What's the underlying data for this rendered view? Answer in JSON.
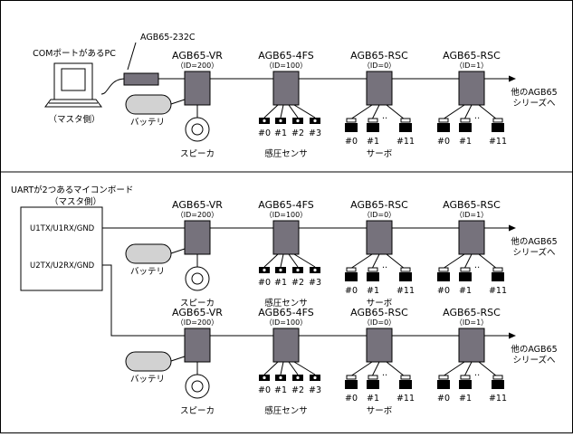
{
  "colors": {
    "box": "#76727c",
    "battery": "#d2d2d2",
    "line": "#000000"
  },
  "top": {
    "pc_label": "COMポートがあるPC",
    "pc_caption": "（マスタ側）",
    "converter_label": "AGB65-232C"
  },
  "uart": {
    "title": "UARTが2つあるマイコンボード",
    "subtitle": "（マスタ側）",
    "port1": "U1TX/U1RX/GND",
    "port2": "U2TX/U2RX/GND"
  },
  "rows": [
    {
      "vr": {
        "name": "AGB65-VR",
        "id": "（ID=200）"
      },
      "fs": {
        "name": "AGB65-4FS",
        "id": "（ID=100）"
      },
      "rsc1": {
        "name": "AGB65-RSC",
        "id": "（ID=0）"
      },
      "rsc2": {
        "name": "AGB65-RSC",
        "id": "（ID=1）"
      },
      "battery": "バッテリ",
      "speaker": "スピーカ",
      "sensor": "感圧センサ",
      "servo": "サーボ",
      "next1": "他のAGB65",
      "next2": "シリーズへ"
    },
    {
      "vr": {
        "name": "AGB65-VR",
        "id": "（ID=200）"
      },
      "fs": {
        "name": "AGB65-4FS",
        "id": "（ID=100）"
      },
      "rsc1": {
        "name": "AGB65-RSC",
        "id": "（ID=0）"
      },
      "rsc2": {
        "name": "AGB65-RSC",
        "id": "（ID=1）"
      },
      "battery": "バッテリ",
      "speaker": "スピーカ",
      "sensor": "感圧センサ",
      "servo": "サーボ",
      "next1": "他のAGB65",
      "next2": "シリーズへ"
    },
    {
      "vr": {
        "name": "AGB65-VR",
        "id": "（ID=200）"
      },
      "fs": {
        "name": "AGB65-4FS",
        "id": "（ID=100）"
      },
      "rsc1": {
        "name": "AGB65-RSC",
        "id": "（ID=0）"
      },
      "rsc2": {
        "name": "AGB65-RSC",
        "id": "（ID=1）"
      },
      "battery": "バッテリ",
      "speaker": "スピーカ",
      "sensor": "感圧センサ",
      "servo": "サーボ",
      "next1": "他のAGB65",
      "next2": "シリーズへ"
    }
  ],
  "ports": {
    "fs": [
      "#0",
      "#1",
      "#2",
      "#3"
    ],
    "rsc": [
      "#0",
      "#1",
      "#11"
    ],
    "ellipsis": "‥"
  }
}
